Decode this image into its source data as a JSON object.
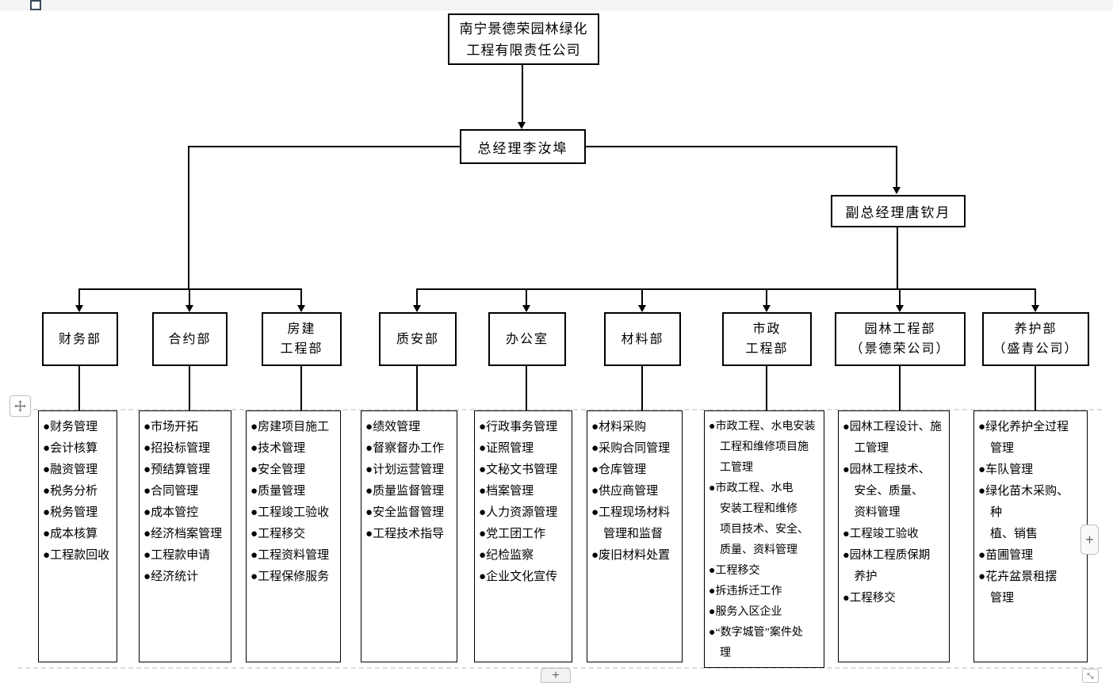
{
  "colors": {
    "connector": "#000000",
    "box_border": "#000000",
    "chrome_border": "#c2c2c2",
    "topbar_bg": "#f4f5f6"
  },
  "icons": {
    "move": "four-direction-move-arrows",
    "resize": "diagonal-resize-arrows",
    "anchor": "small-square-handle"
  },
  "chrome": {
    "zoom_plus_right": "+",
    "add_bottom": "+"
  },
  "org": {
    "company": "南宁景德荣园林绿化\n工程有限责任公司",
    "general_manager": "总经理李汝埠",
    "deputy_general_manager": "副总经理唐钦月",
    "departments": [
      {
        "title": "财务部",
        "duties": [
          "财务管理",
          "会计核算",
          "融资管理",
          "税务分析",
          "税务管理",
          "成本核算",
          "工程款回收"
        ]
      },
      {
        "title": "合约部",
        "duties": [
          "市场开拓",
          "招投标管理",
          "预结算管理",
          "合同管理",
          "成本管控",
          "经济档案管理",
          "工程款申请",
          "经济统计"
        ]
      },
      {
        "title": "房建\n工程部",
        "duties": [
          "房建项目施工",
          "技术管理",
          "安全管理",
          "质量管理",
          "工程竣工验收",
          "工程移交",
          "工程资料管理",
          "工程保修服务"
        ]
      },
      {
        "title": "质安部",
        "duties": [
          "绩效管理",
          "督察督办工作",
          "计划运营管理",
          "质量监督管理",
          "安全监督管理",
          "工程技术指导"
        ]
      },
      {
        "title": "办公室",
        "duties": [
          "行政事务管理",
          "证照管理",
          "文秘文书管理",
          "档案管理",
          "人力资源管理",
          "党工团工作",
          "纪检监察",
          "企业文化宣传"
        ]
      },
      {
        "title": "材料部",
        "duties": [
          "材料采购",
          "采购合同管理",
          "仓库管理",
          "供应商管理",
          "工程现场材料\n管理和监督",
          "废旧材料处置"
        ]
      },
      {
        "title": "市政\n工程部",
        "duties": [
          "市政工程、水电安装\n工程和维修项目施\n工管理",
          "市政工程、水电\n安装工程和维修\n项目技术、安全、\n质量、资料管理",
          "工程移交",
          "拆违拆迁工作",
          "服务入区企业",
          "“数字城管”案件处\n理"
        ]
      },
      {
        "title": "园林工程部\n（景德荣公司）",
        "duties": [
          "园林工程设计、施\n工管理",
          "园林工程技术、\n安全、质量、\n资料管理",
          "工程竣工验收",
          "园林工程质保期\n养护",
          "工程移交"
        ]
      },
      {
        "title": "养护部\n（盛青公司）",
        "duties": [
          "绿化养护全过程\n管理",
          "车队管理",
          "绿化苗木采购、种\n植、销售",
          "苗圃管理",
          "花卉盆景租摆\n管理"
        ]
      }
    ]
  }
}
